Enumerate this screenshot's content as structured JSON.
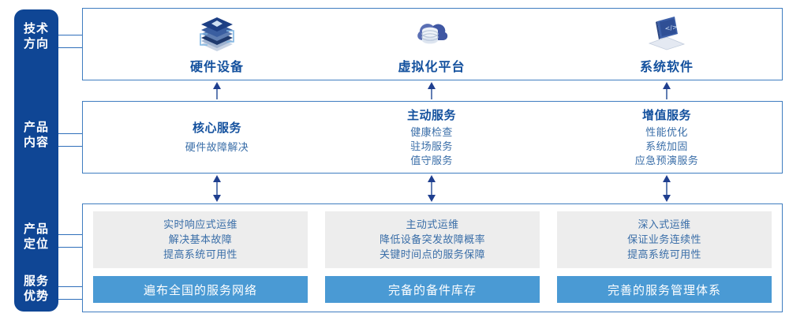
{
  "rail": {
    "labels": [
      {
        "line1": "技术",
        "line2": "方向"
      },
      {
        "line1": "产品",
        "line2": "内容"
      },
      {
        "line1": "产品",
        "line2": "定位"
      },
      {
        "line1": "服务",
        "line2": "优势"
      }
    ]
  },
  "colors": {
    "rail_bg": "#0f4695",
    "box_border": "#3f7dc0",
    "title_blue": "#14519e",
    "body_blue": "#3a6ea8",
    "grey_card": "#ededed",
    "bar_blue": "#4a9ad4",
    "arrow": "#1f3f8f"
  },
  "technology": {
    "columns": [
      {
        "title": "硬件设备",
        "icon": "server-stack-icon"
      },
      {
        "title": "虚拟化平台",
        "icon": "cloud-database-icon"
      },
      {
        "title": "系统软件",
        "icon": "laptop-code-icon"
      }
    ]
  },
  "product_content": {
    "columns": [
      {
        "title": "核心服务",
        "items": [
          "硬件故障解决"
        ]
      },
      {
        "title": "主动服务",
        "items": [
          "健康检查",
          "驻场服务",
          "值守服务"
        ]
      },
      {
        "title": "增值服务",
        "items": [
          "性能优化",
          "系统加固",
          "应急预演服务"
        ]
      }
    ]
  },
  "product_positioning": {
    "cards": [
      {
        "lines": [
          "实时响应式运维",
          "解决基本故障",
          "提高系统可用性"
        ]
      },
      {
        "lines": [
          "主动式运维",
          "降低设备突发故障概率",
          "关键时间点的服务保障"
        ]
      },
      {
        "lines": [
          "深入式运维",
          "保证业务连续性",
          "提高系统可用性"
        ]
      }
    ]
  },
  "service_advantages": {
    "bars": [
      {
        "label": "遍布全国的服务网络"
      },
      {
        "label": "完备的备件库存"
      },
      {
        "label": "完善的服务管理体系"
      }
    ]
  }
}
